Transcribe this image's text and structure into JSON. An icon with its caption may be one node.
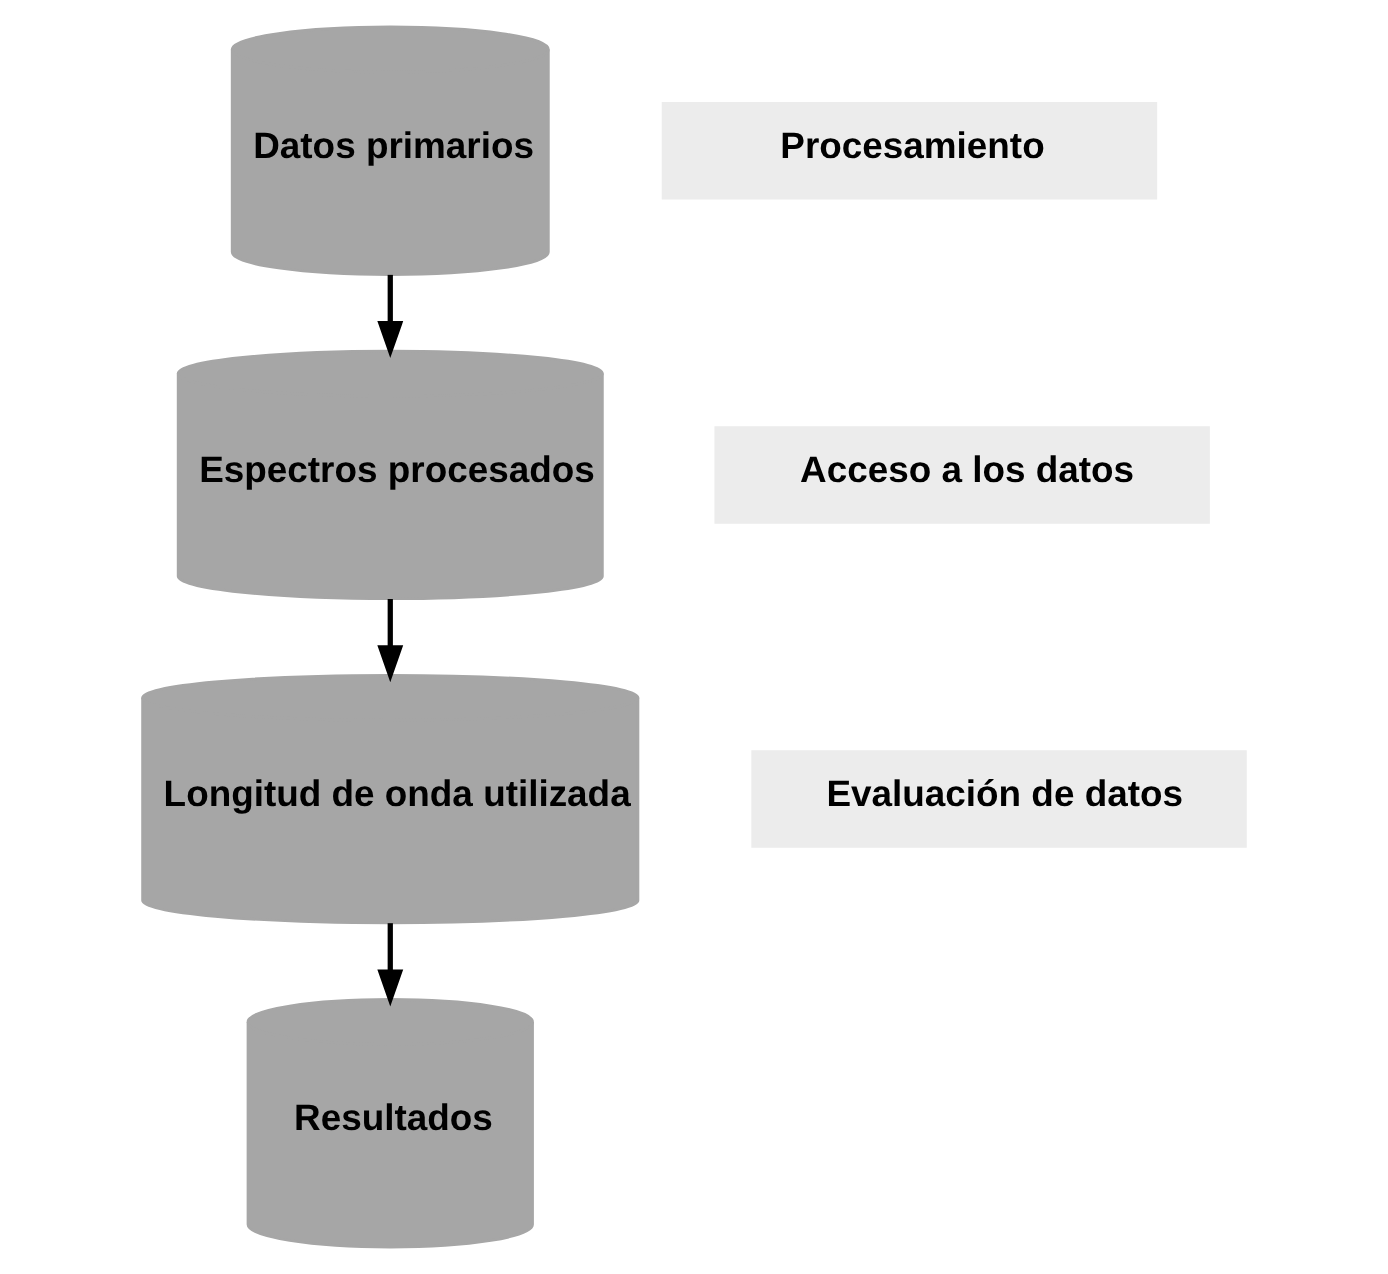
{
  "diagram": {
    "nodes": [
      {
        "text": [
          "Datos primarios"
        ]
      },
      {
        "text": [
          "Procesamiento"
        ]
      },
      {
        "text": [
          "Espectros procesados"
        ]
      },
      {
        "text": [
          "Acceso a los datos"
        ]
      },
      {
        "text": [
          "Longitud de onda utilizada"
        ]
      },
      {
        "text": [
          "Evaluación de datos"
        ]
      },
      {
        "text": [
          "Resultados"
        ]
      }
    ],
    "edges": [
      {
        "from": 0,
        "to": 2,
        "arrow": "to"
      },
      {
        "from": 2,
        "to": 4,
        "arrow": "to"
      },
      {
        "from": 4,
        "to": 6,
        "arrow": "to"
      }
    ]
  }
}
